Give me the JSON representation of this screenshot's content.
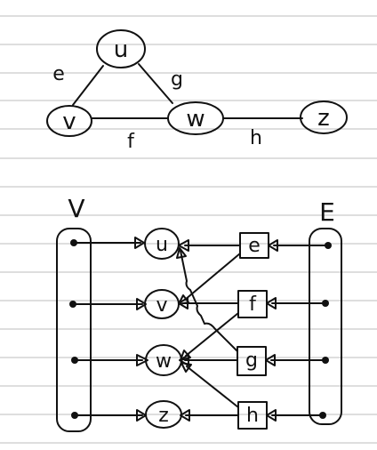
{
  "top_graph": {
    "nodes": [
      "u",
      "v",
      "w",
      "z"
    ],
    "edges": [
      {
        "label": "e",
        "from": "u",
        "to": "v"
      },
      {
        "label": "g",
        "from": "u",
        "to": "w"
      },
      {
        "label": "f",
        "from": "v",
        "to": "w"
      },
      {
        "label": "h",
        "from": "w",
        "to": "z"
      }
    ]
  },
  "bipartite": {
    "v_set_label": "V",
    "e_set_label": "E",
    "vertices": [
      "u",
      "v",
      "w",
      "z"
    ],
    "edges": [
      "e",
      "f",
      "g",
      "h"
    ],
    "incidence": {
      "e": [
        "u",
        "v"
      ],
      "f": [
        "v",
        "w"
      ],
      "g": [
        "u",
        "w"
      ],
      "h": [
        "w",
        "z"
      ]
    }
  },
  "colors": {
    "ink": "#111111",
    "ruled_lines": "#c9c9c9",
    "paper": "#ffffff"
  }
}
